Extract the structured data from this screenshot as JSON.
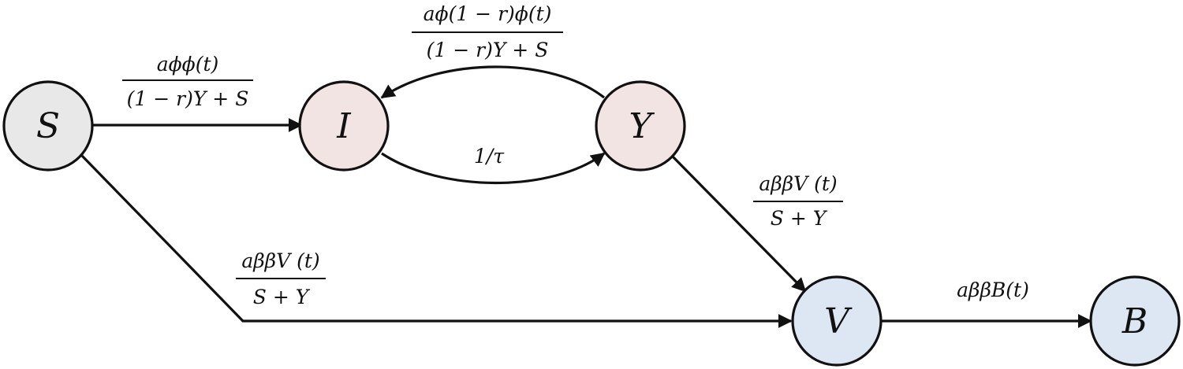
{
  "nodes": {
    "S": {
      "label": "S",
      "fill": "#e8e8e8"
    },
    "I": {
      "label": "I",
      "fill": "#f1e4e3"
    },
    "Y": {
      "label": "Y",
      "fill": "#f1e4e3"
    },
    "V": {
      "label": "V",
      "fill": "#dde7f3"
    },
    "B": {
      "label": "B",
      "fill": "#dde7f3"
    }
  },
  "edges": {
    "s_to_i": {
      "numerator": "aϕϕ(t)",
      "denominator": "(1 − r)Y + S"
    },
    "y_to_i": {
      "numerator": "aϕ(1 − r)ϕ(t)",
      "denominator": "(1 − r)Y + S"
    },
    "i_to_y": {
      "label": "1/τ"
    },
    "y_to_v": {
      "numerator": "aββV (t)",
      "denominator": "S + Y"
    },
    "s_to_v": {
      "numerator": "aββV (t)",
      "denominator": "S + Y"
    },
    "v_to_b": {
      "label": "aββB(t)"
    }
  },
  "colors": {
    "stroke": "#111111",
    "susceptible_fill": "#e8e8e8",
    "infected_fill": "#f1e4e3",
    "vaccinated_fill": "#dde7f3"
  }
}
